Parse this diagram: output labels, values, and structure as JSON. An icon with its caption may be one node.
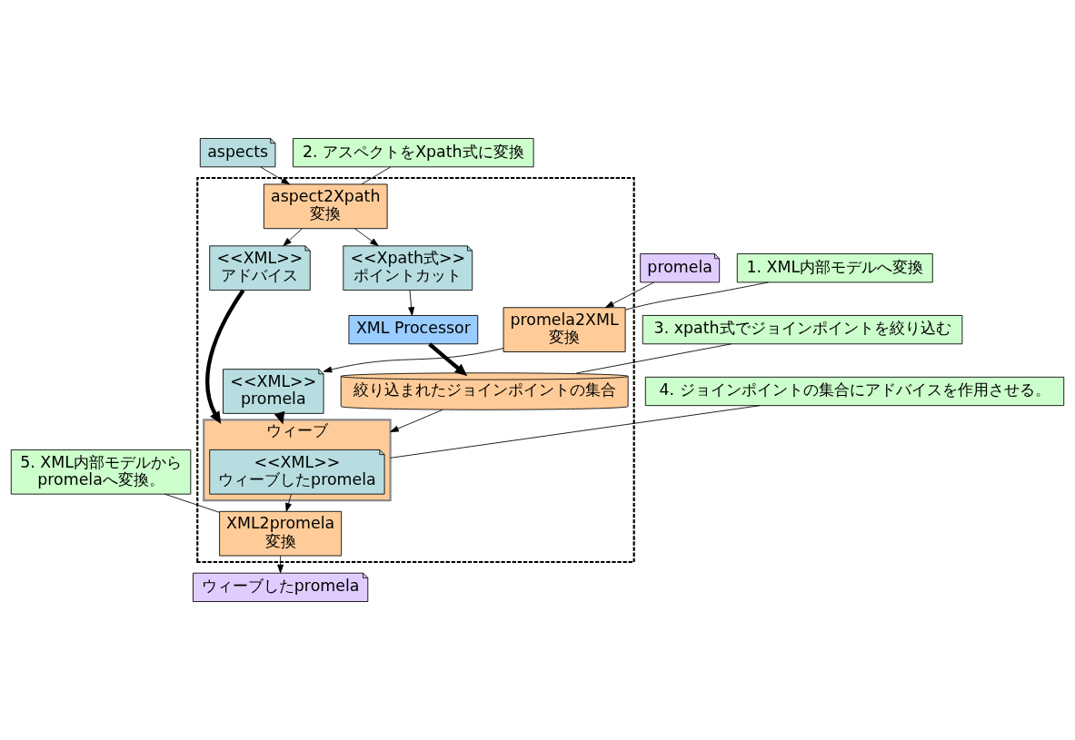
{
  "diagram": {
    "nodes": [
      {
        "text": [],
        "shape": "box"
      },
      {
        "text": [
          "promela"
        ]
      },
      {
        "text": [
          "promela2XML",
          "変換"
        ],
        "in": 0
      },
      {
        "text": [
          "<<XML>> promela"
        ],
        "in": 0
      },
      {
        "text": [
          "絞り込まれたジョインポイントの集合"
        ],
        "in": 0
      },
      {
        "text": [
          "XML Processor"
        ],
        "in": 0
      },
      {
        "text": [
          "aspects"
        ]
      },
      {
        "text": [
          "aspect2Xpath",
          "変換"
        ],
        "in": 0
      },
      {
        "text": [
          "<<Xpath式>> ポイントカット"
        ],
        "in": 0
      },
      {
        "text": [
          "<<XML>> アドバイス"
        ],
        "in": 0
      },
      {
        "text": [
          "ウィーブ"
        ],
        "in": 0
      },
      {
        "text": [
          "<<XML>> ウィーブしたpromela"
        ],
        "in": 10
      },
      {
        "text": [
          "XML2promela",
          "変換"
        ],
        "in": 0
      },
      {
        "text": [
          "ウィーブしたpromela"
        ]
      },
      {
        "text": [
          "1. XML内部モデルへ変換"
        ]
      },
      {
        "text": [
          "2. アスペクトをXpath式に変換"
        ]
      },
      {
        "text": [
          "3. xpath式でジョインポイントを絞り込む"
        ]
      },
      {
        "text": [
          "4. ジョインポイントの集合にアドバイスを作用させる。"
        ]
      },
      {
        "text": [
          "5. XML内部モデルから promelaへ変換。"
        ]
      }
    ],
    "edges": [
      {
        "from": 1,
        "to": 2,
        "arrow": "to"
      },
      {
        "from": 2,
        "to": 3,
        "arrow": "to"
      },
      {
        "from": 3,
        "to": 10,
        "arrow": "to",
        "style": "thick"
      },
      {
        "from": 5,
        "to": 4,
        "arrow": "to",
        "style": "thick"
      },
      {
        "from": 4,
        "to": 10,
        "arrow": "to"
      },
      {
        "from": 6,
        "to": 7,
        "arrow": "to"
      },
      {
        "from": 7,
        "to": 8,
        "arrow": "to"
      },
      {
        "from": 7,
        "to": 9,
        "arrow": "to"
      },
      {
        "from": 8,
        "to": 5,
        "arrow": "to"
      },
      {
        "from": 9,
        "to": 10,
        "arrow": "to",
        "style": "thick"
      },
      {
        "from": 11,
        "to": 12,
        "arrow": "to"
      },
      {
        "from": 12,
        "to": 13,
        "arrow": "to"
      },
      {
        "from": 14,
        "to": 2,
        "arrow": "none"
      },
      {
        "from": 15,
        "to": 7,
        "arrow": "none"
      },
      {
        "from": 16,
        "to": 4,
        "arrow": "none"
      },
      {
        "from": 17,
        "to": 10,
        "arrow": "none"
      },
      {
        "from": 18,
        "to": 12,
        "arrow": "none"
      }
    ]
  }
}
